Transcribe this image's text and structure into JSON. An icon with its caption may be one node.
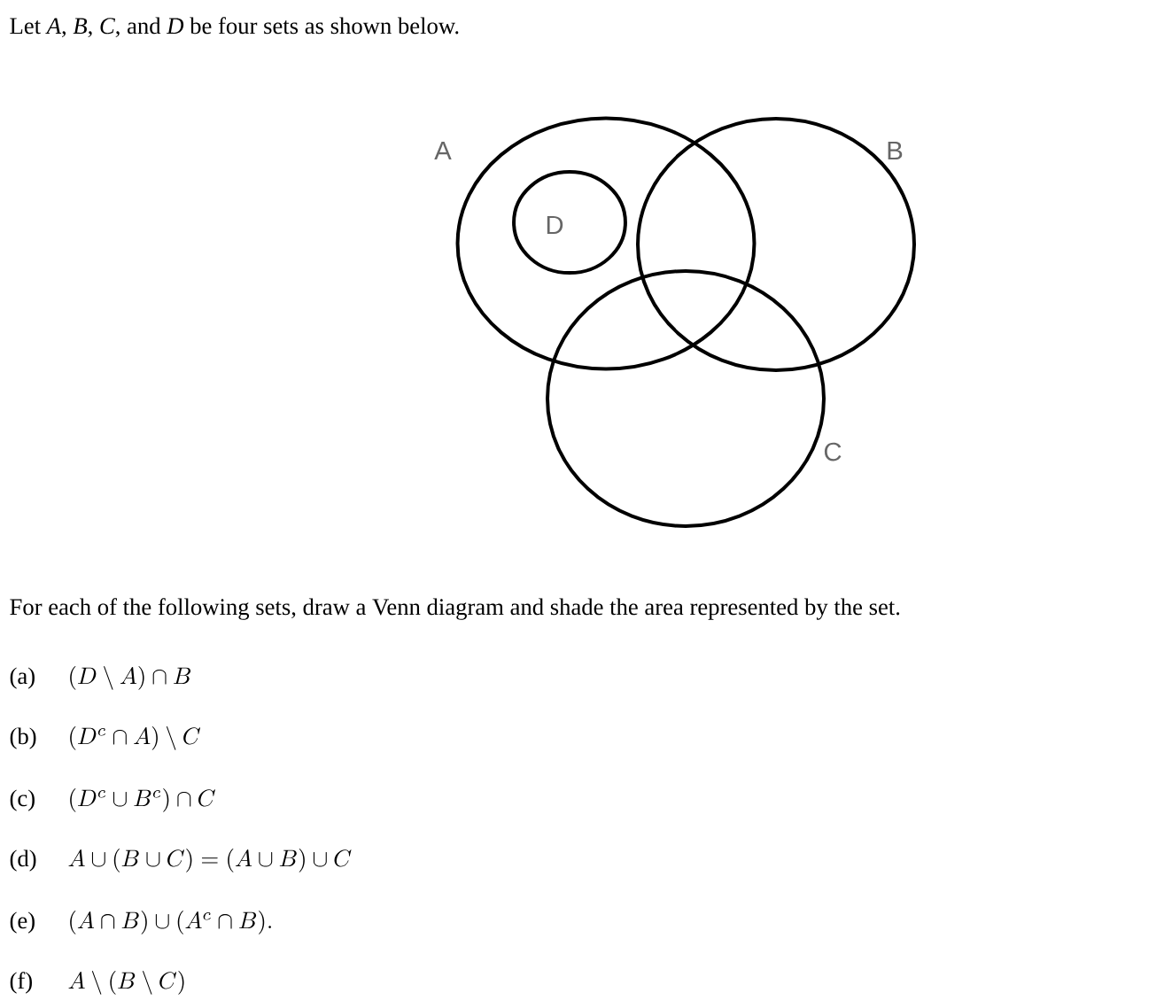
{
  "diagram": {
    "title": "Let *A*, *B*, *C*, and *D* be four sets as shown below.",
    "nodes": [
      {
        "text": [
          "A"
        ]
      },
      {
        "text": [
          "B"
        ]
      },
      {
        "text": [
          "C"
        ]
      },
      {
        "text": [
          "D"
        ],
        "in": 0
      }
    ],
    "labels": [
      "For each of the following sets, draw a Venn diagram and shade the area represented by the set.",
      "(a)",
      "(D \\setminus A) \\cap B",
      "(b)",
      "(D^c \\cap A) \\setminus C",
      "(c)",
      "(D^c \\cup B^c) \\cap C",
      "(d)",
      "A \\cup (B \\cup C) = (A \\cup B) \\cup C",
      "(e)",
      "(A \\cap B) \\cup (A^c \\cap B).",
      "(f)",
      "A \\setminus (B \\setminus C)"
    ]
  }
}
